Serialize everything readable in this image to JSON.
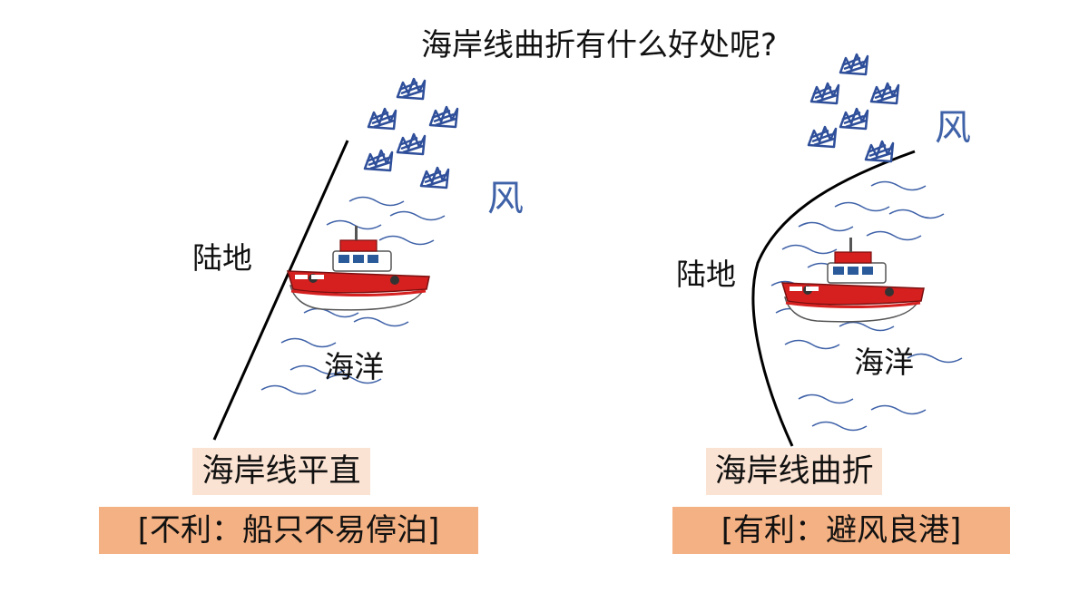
{
  "title": "海岸线曲折有什么好处呢?",
  "left_panel": {
    "land_label": "陆地",
    "sea_label": "海洋",
    "wind_label": "风",
    "coast_label": "海岸线平直",
    "result_label": "[不利：船只不易停泊]"
  },
  "right_panel": {
    "land_label": "陆地",
    "sea_label": "海洋",
    "wind_label": "风",
    "coast_label": "海岸线曲折",
    "result_label": "[有利：避风良港]"
  },
  "colors": {
    "wind_blue": "#3f62a8",
    "wave_blue": "#3f62a8",
    "coast_box": "#fbe3d3",
    "result_box": "#f4b183",
    "boat_red": "#d62020"
  },
  "icons": [
    "wind-gust-icon",
    "boat-icon",
    "wave-icon"
  ]
}
